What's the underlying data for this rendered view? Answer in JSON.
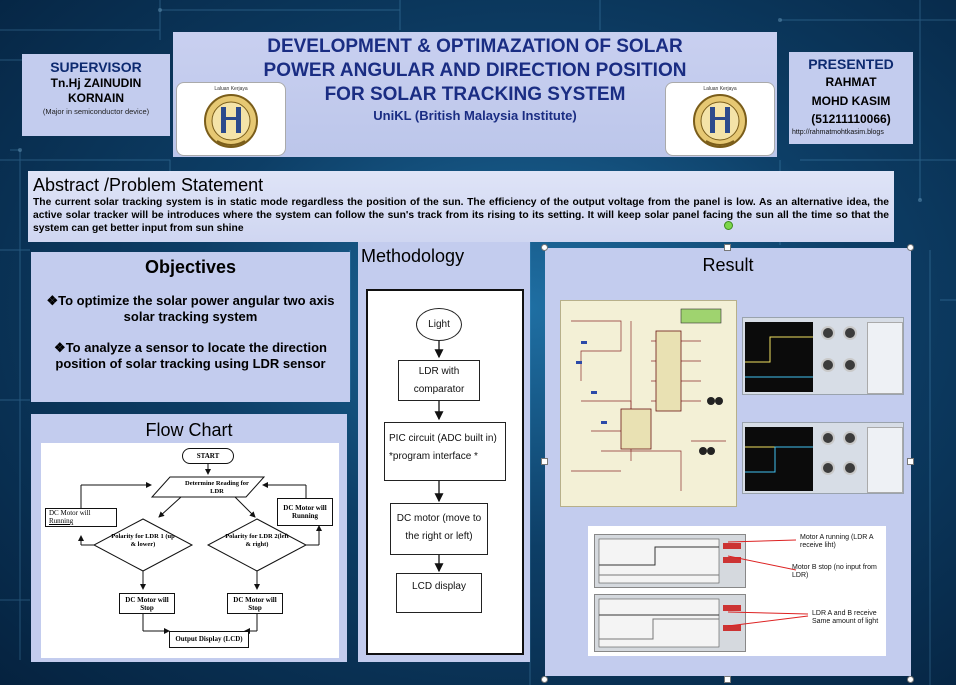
{
  "supervisor": {
    "heading": "SUPERVISOR",
    "name_line1": "Tn.Hj ZAINUDIN",
    "name_line2": "KORNAIN",
    "note": "(Major in semiconductor device)"
  },
  "title": {
    "line1": "DEVELOPMENT & OPTIMAZATION OF SOLAR",
    "line2": "POWER ANGULAR AND DIRECTION POSITION",
    "line3": "FOR SOLAR TRACKING SYSTEM",
    "institute": "UniKL (British Malaysia Institute)",
    "logo_text": "Laluan Kerjaya"
  },
  "presenter": {
    "heading": "PRESENTED",
    "name_line1": "RAHMAT",
    "name_line2": "MOHD KASIM",
    "id": "(51211110066)",
    "url": "http://rahmatmohtkasim.blogs"
  },
  "abstract": {
    "heading": "Abstract /Problem Statement",
    "body": "The current solar tracking system is in static mode regardless the position of the sun. The efficiency of the output voltage from the panel is low. As an alternative idea, the active solar tracker will be introduces where the system can follow the sun's track from its rising to its setting. It will keep solar panel facing the sun all the time so that the system can get better input from sun shine"
  },
  "objectives": {
    "heading": "Objectives",
    "item1": "To optimize the solar power angular two axis solar tracking system",
    "item2": "To analyze a sensor to locate the direction position of solar tracking using LDR sensor"
  },
  "flowchart": {
    "heading": "Flow Chart",
    "start": "START",
    "determine": "Determine Reading for LDR",
    "polarity1": "Polarity for LDR 1 (up & lower)",
    "polarity2": "Polarity for LDR 2(left & right)",
    "motor_running_left_prefix": "DC Motor will",
    "motor_running_left_word": "Running",
    "motor_running_right": "DC Motor will Running",
    "motor_stop_left": "DC Motor will Stop",
    "motor_stop_right": "DC Motor will Stop",
    "output": "Output Display (LCD)"
  },
  "methodology": {
    "heading": "Methodology",
    "step1": "Light",
    "step2": "LDR with comparator",
    "step3": "PIC circuit (ADC built in) *program interface *",
    "step4": "DC motor (move to the right or left)",
    "step5": "LCD display"
  },
  "result": {
    "heading": "Result",
    "annotation1": "Motor A running (LDR A receive liht)",
    "annotation2": "Motor B stop (no input from LDR)",
    "annotation3": "LDR A and B receive Same amount of light"
  }
}
